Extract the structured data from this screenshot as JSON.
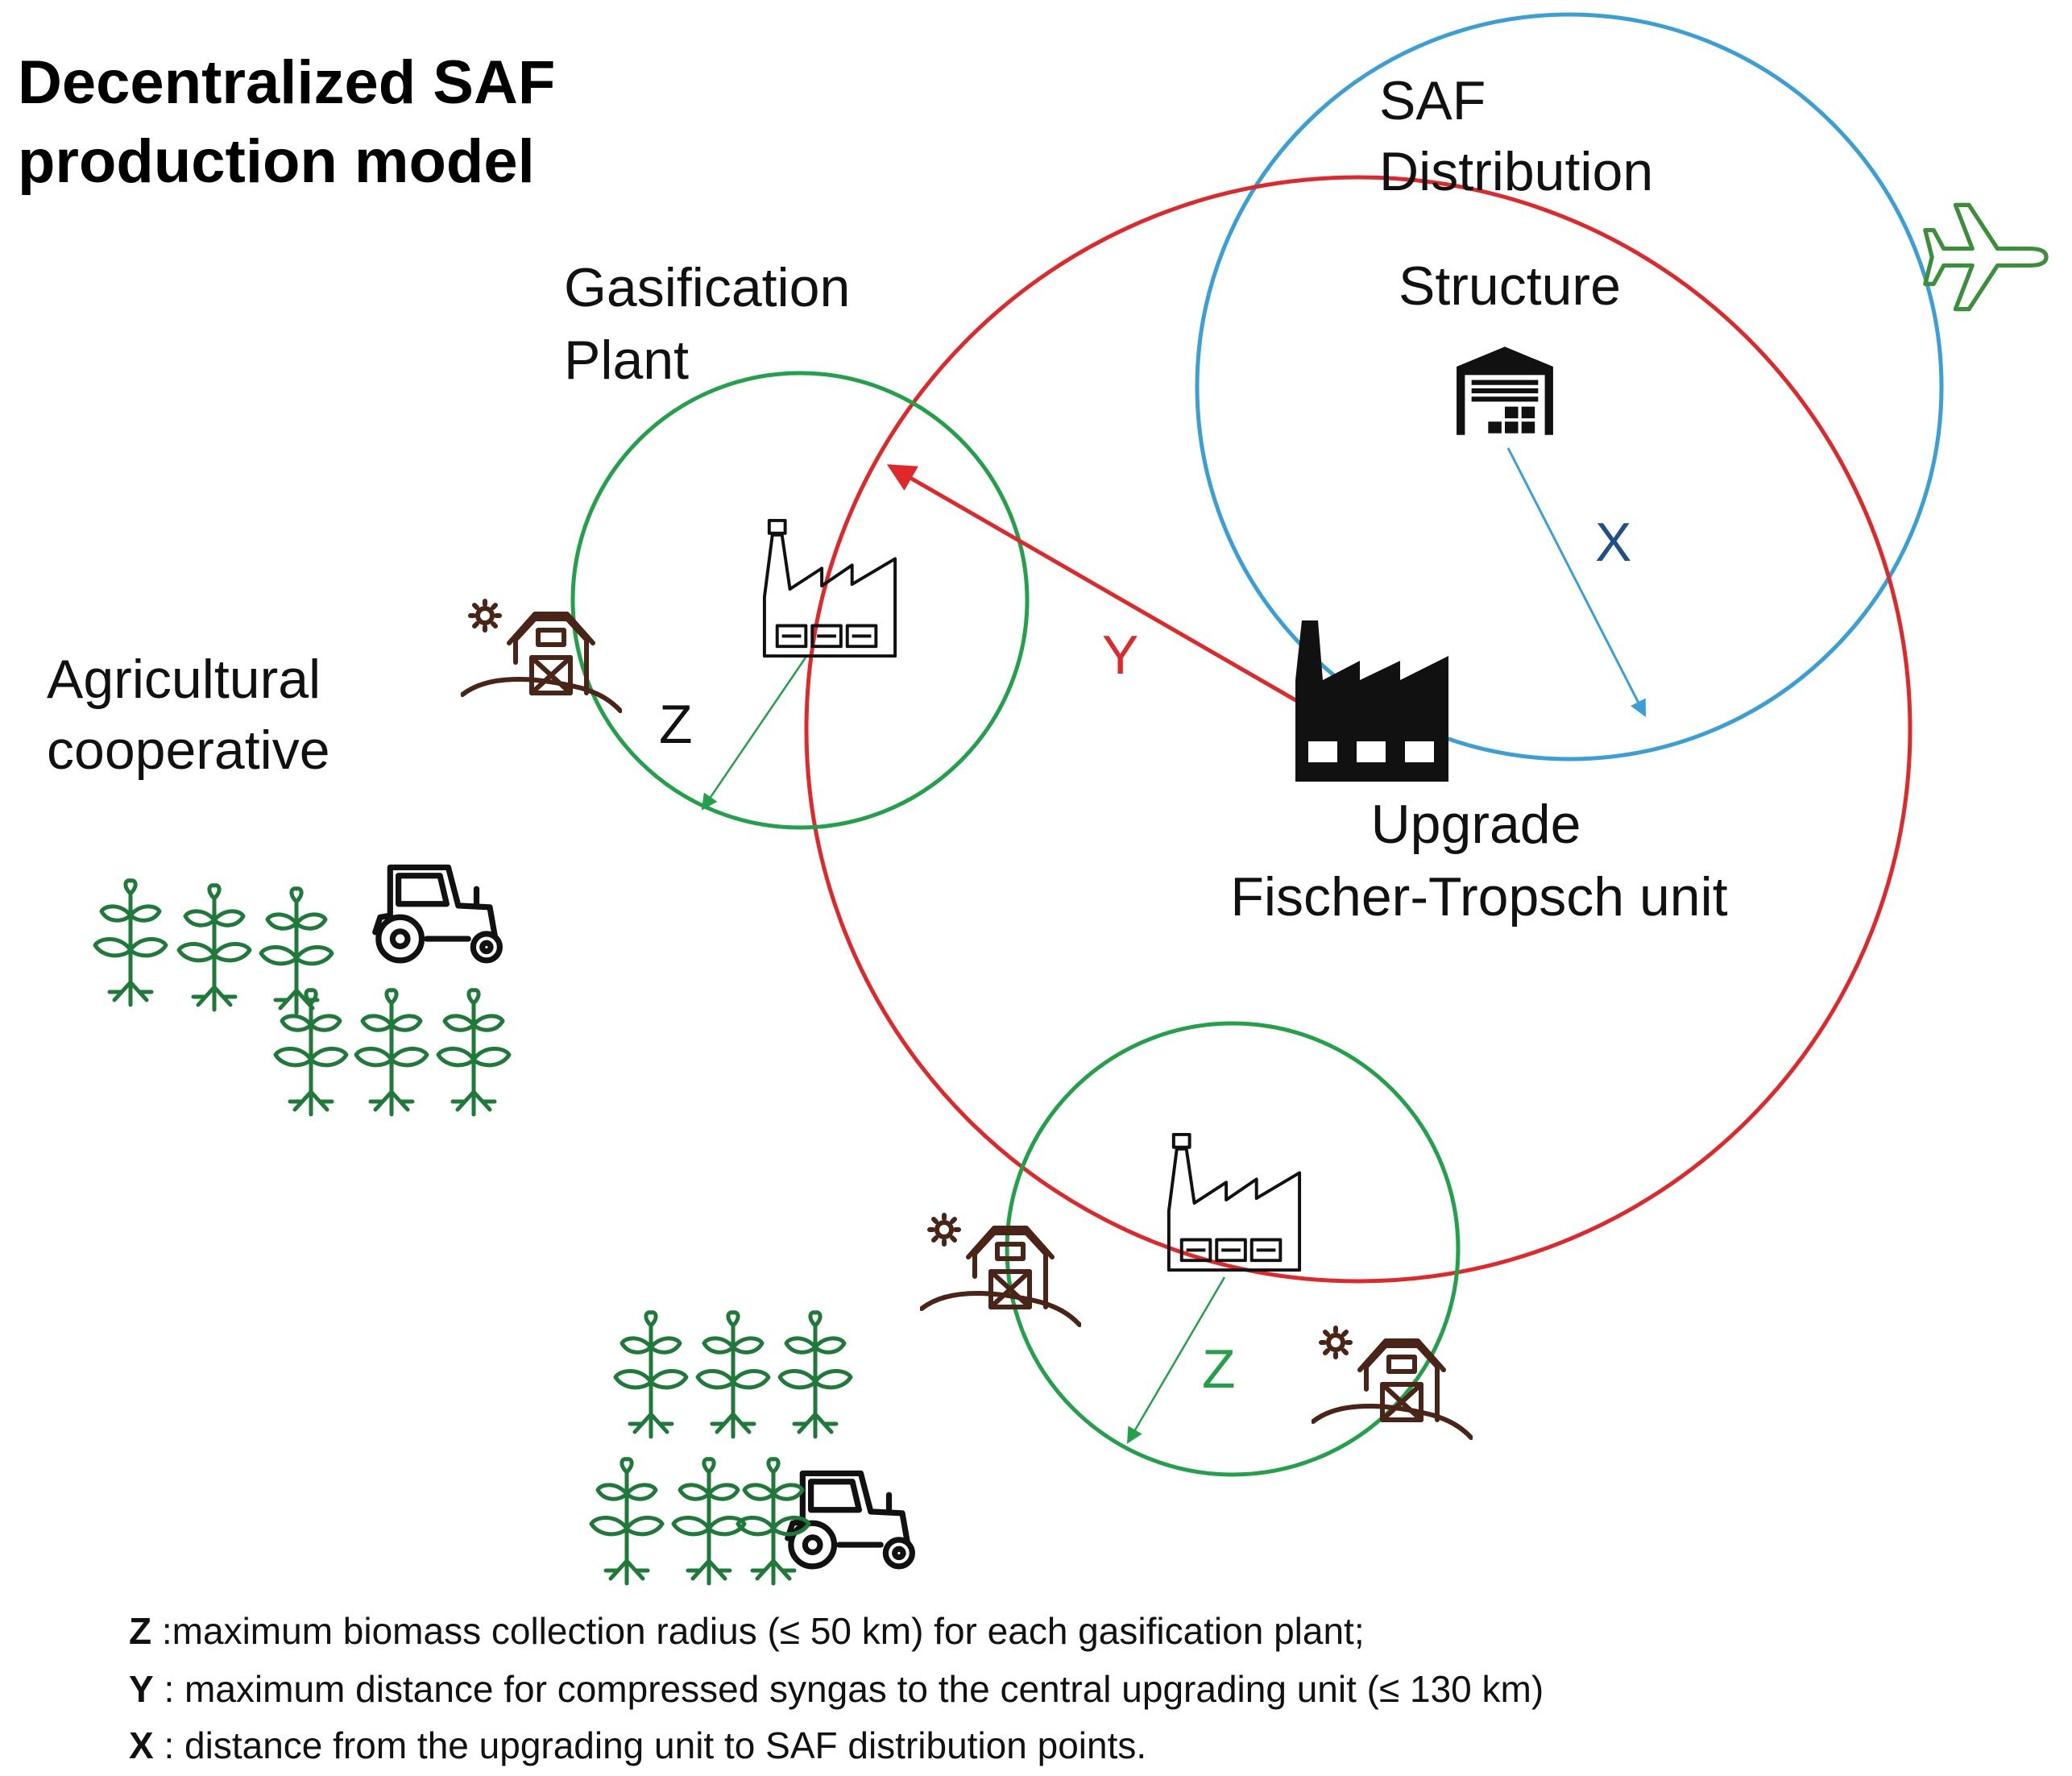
{
  "title": {
    "line1": "Decentralized SAF",
    "line2": "production model"
  },
  "labels": {
    "saf_line1": "SAF",
    "saf_line2": "Distribution",
    "saf_line3": "Structure",
    "gasification_line1": "Gasification",
    "gasification_line2": "Plant",
    "agri_line1": "Agricultural",
    "agri_line2": "cooperative",
    "upgrade_line1": "Upgrade",
    "upgrade_line2": "Fischer-Tropsch unit",
    "z_upper": "Z",
    "z_lower": "Z",
    "y": "Y",
    "x": "X"
  },
  "legend": {
    "z_key": "Z",
    "z_text": " :maximum biomass collection radius (≤ 50 km) for each gasification plant;",
    "y_key": "Y",
    "y_text": " : maximum distance for compressed syngas to the central upgrading unit (≤ 130 km)",
    "x_key": "X",
    "x_text": " : distance from the upgrading unit to SAF distribution points."
  },
  "colors": {
    "green": "#22a04a",
    "red": "#e0282b",
    "blue": "#3a9fd6",
    "dark_blue": "#1e4f8c",
    "brown": "#4a2417",
    "plant_green": "#1f7a3a",
    "airplane_green": "#3b8f3b"
  },
  "icons": [
    "airplane-icon",
    "warehouse-icon",
    "factory-icon",
    "barn-icon",
    "tractor-icon",
    "plant-icon"
  ]
}
